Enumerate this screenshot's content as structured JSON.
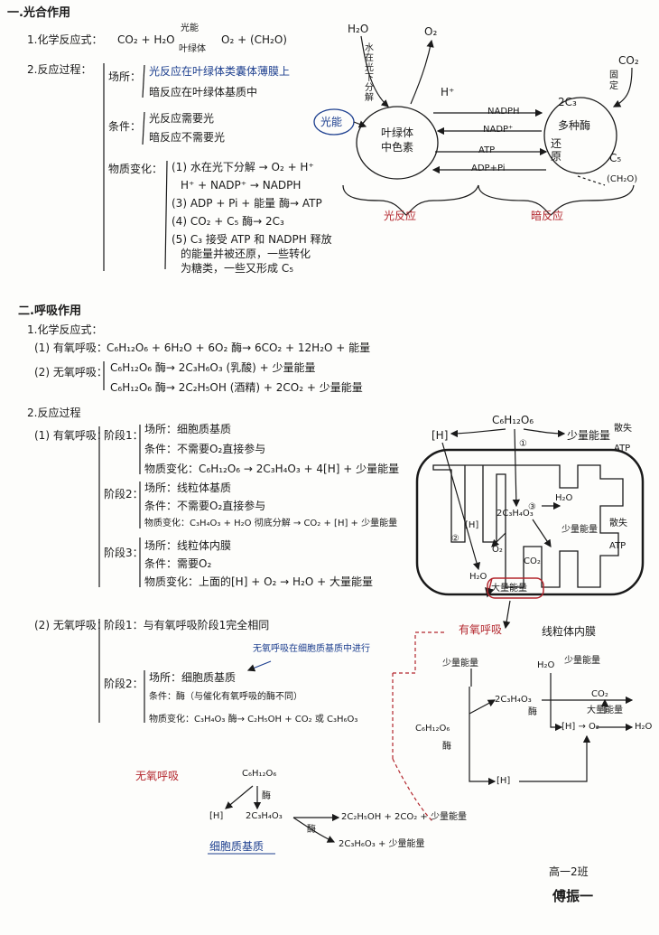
{
  "photosynthesis": {
    "heading": "一.光合作用",
    "eq_title": "1.化学反应式：",
    "eq": "CO₂ + H₂O",
    "eq_light": "光能",
    "eq_chloro": "叶绿体",
    "eq_products": "O₂ + (CH₂O)",
    "process_title": "2.反应过程：",
    "site_label": "场所：",
    "site_1": "光反应在叶绿体类囊体薄膜上",
    "site_2": "暗反应在叶绿体基质中",
    "cond_label": "条件：",
    "cond_1": "光反应需要光",
    "cond_2": "暗反应不需要光",
    "change_label": "物质变化：",
    "change_1": "(1) 水在光下分解 → O₂ + H⁺",
    "change_2": "H⁺ + NADP⁺ → NADPH",
    "change_3": "(3) ADP + Pi + 能量 酶→ ATP",
    "change_4": "(4) CO₂ + C₅ 酶→ 2C₃",
    "change_5a": "(5) C₃ 接受 ATP 和 NADPH 释放",
    "change_5b": "的能量并被还原，一些转化",
    "change_5c": "为糖类，一些又形成 C₅"
  },
  "photo_diagram": {
    "h2o": "H₂O",
    "o2": "O₂",
    "split": "水在光下分解",
    "light": "光能",
    "pigment_1": "叶绿体",
    "pigment_2": "中色素",
    "hplus": "H⁺",
    "nadph": "NADPH",
    "nadp": "NADP⁺",
    "atp": "ATP",
    "adp": "ADP+Pi",
    "co2": "CO₂",
    "fix": "固定",
    "c3": "2C₃",
    "enzymes": "多种酶",
    "reduce": "还原",
    "c5": "C₅",
    "ch2o": "(CH₂O)",
    "light_rxn": "光反应",
    "dark_rxn": "暗反应"
  },
  "respiration": {
    "heading": "二.呼吸作用",
    "eq_title": "1.化学反应式：",
    "aerobic_label": "(1) 有氧呼吸：",
    "aerobic_eq": "C₆H₁₂O₆ + 6H₂O + 6O₂ 酶→ 6CO₂ + 12H₂O + 能量",
    "anaerobic_label": "(2) 无氧呼吸：",
    "anaerobic_eq1": "C₆H₁₂O₆ 酶→ 2C₃H₆O₃ (乳酸) + 少量能量",
    "anaerobic_eq2": "C₆H₁₂O₆ 酶→ 2C₂H₅OH (酒精) + 2CO₂ + 少量能量",
    "process_title": "2.反应过程",
    "aerobic_proc": "(1) 有氧呼吸：",
    "stage1": "阶段1：",
    "s1_site": "场所：细胞质基质",
    "s1_cond": "条件：不需要O₂直接参与",
    "s1_change": "物质变化：C₆H₁₂O₆ → 2C₃H₄O₃ + 4[H] + 少量能量",
    "stage2": "阶段2：",
    "s2_site": "场所：线粒体基质",
    "s2_cond": "条件：不需要O₂直接参与",
    "s2_change": "物质变化：C₃H₄O₃ + H₂O 彻底分解 → CO₂ + [H] + 少量能量",
    "stage3": "阶段3：",
    "s3_site": "场所：线粒体内膜",
    "s3_cond": "条件：需要O₂",
    "s3_change": "物质变化：上面的[H] + O₂ → H₂O + 大量能量",
    "anaerobic_proc": "(2) 无氧呼吸：",
    "an_stage1": "阶段1：与有氧呼吸阶段1完全相同",
    "an_note": "无氧呼吸在细胞质基质中进行",
    "an_stage2": "阶段2：",
    "an_site": "场所：细胞质基质",
    "an_cond": "条件：酶（与催化有氧呼吸的酶不同）",
    "an_change": "物质变化：C₃H₄O₃ 酶→ C₂H₅OH + CO₂ 或 C₃H₆O₃"
  },
  "mito_diagram": {
    "glucose": "C₆H₁₂O₆",
    "h": "[H]",
    "n1": "①",
    "small_energy": "少量能量",
    "release": "散失",
    "atp": "ATP",
    "h2o": "H₂O",
    "pyr": "2C₃H₄O₃",
    "h2": "[H]",
    "n2": "②",
    "n3": "③",
    "o2": "O₂",
    "co2": "CO₂",
    "h2o_out": "H₂O",
    "large_energy": "大量能量",
    "small_energy2": "少量能量",
    "release2": "散失",
    "atp2": "ATP",
    "aerobic": "有氧呼吸",
    "inner_membrane": "线粒体内膜"
  },
  "flow_diagram": {
    "small_energy": "少量能量",
    "h2o": "H₂O",
    "small_energy2": "少量能量",
    "pyr": "2C₃H₄O₃",
    "enzyme": "酶",
    "co2": "CO₂",
    "large_energy": "大量能量",
    "glucose": "C₆H₁₂O₆",
    "enzyme2": "酶",
    "h_o2": "[H] → O₂",
    "h2o_end": "H₂O",
    "h": "[H]"
  },
  "anaerobic_diagram": {
    "label": "无氧呼吸",
    "glucose": "C₆H₁₂O₆",
    "enzyme": "酶",
    "h": "[H]",
    "pyr": "2C₃H₄O₃",
    "enzyme2": "酶",
    "p1": "2C₂H₅OH + 2CO₂ + 少量能量",
    "p2": "2C₃H₆O₃ + 少量能量",
    "place": "细胞质基质"
  },
  "signature": {
    "class": "高一2班",
    "name": "傅振一"
  }
}
